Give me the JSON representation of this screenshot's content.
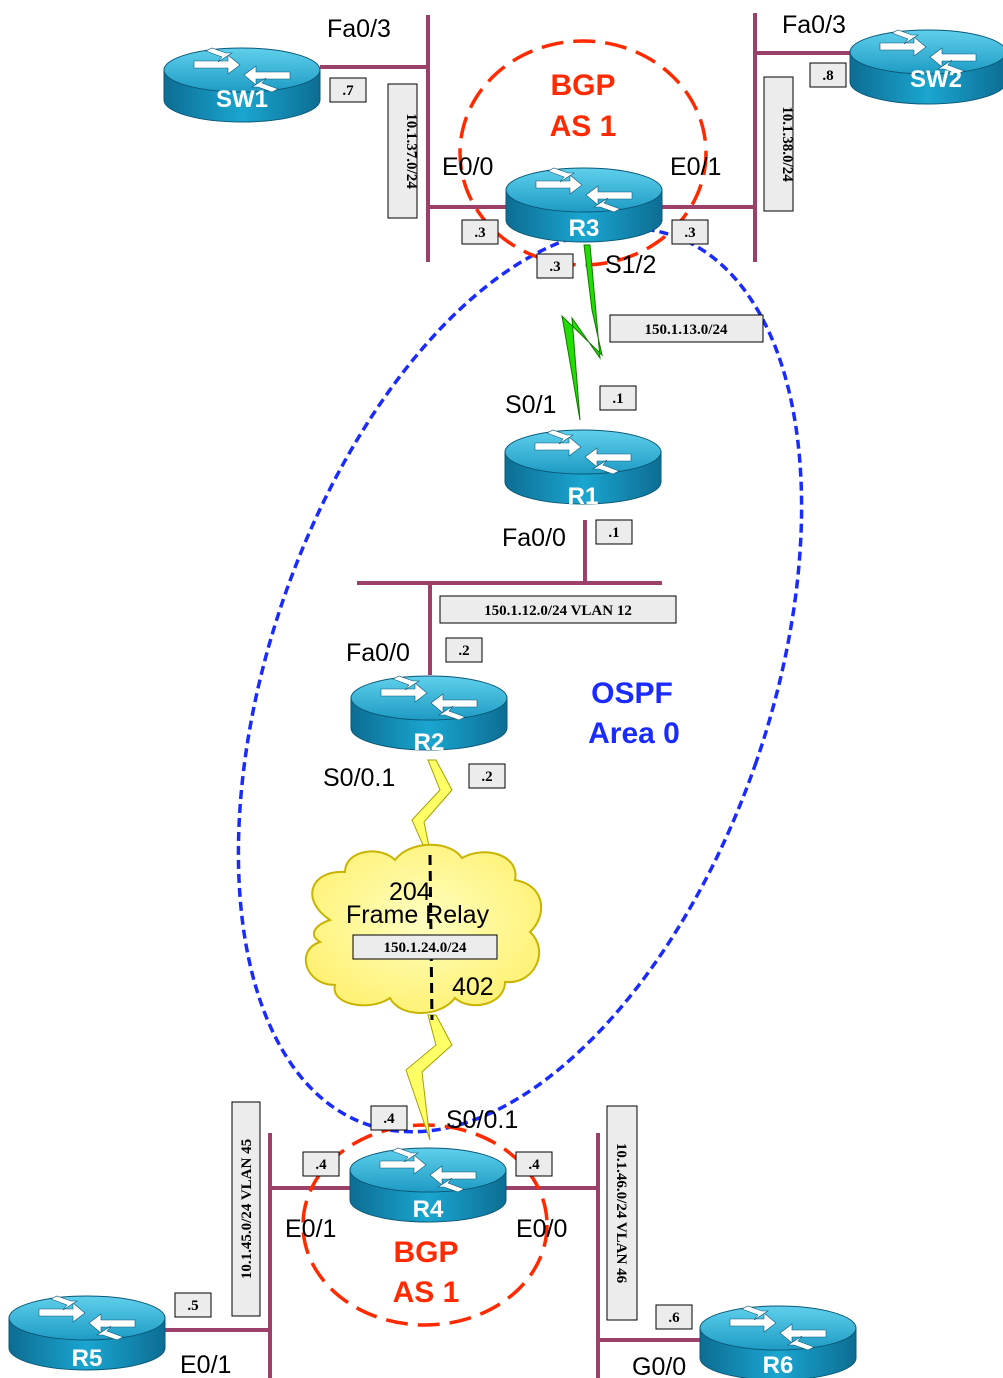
{
  "routers": [
    {
      "id": "SW1",
      "label": "SW1"
    },
    {
      "id": "SW2",
      "label": "SW2"
    },
    {
      "id": "R3",
      "label": "R3"
    },
    {
      "id": "R1",
      "label": "R1"
    },
    {
      "id": "R2",
      "label": "R2"
    },
    {
      "id": "R4",
      "label": "R4"
    },
    {
      "id": "R5",
      "label": "R5"
    },
    {
      "id": "R6",
      "label": "R6"
    }
  ],
  "interfaces": {
    "sw1_fa": "Fa0/3",
    "sw2_fa": "Fa0/3",
    "r3_e00": "E0/0",
    "r3_e01": "E0/1",
    "r3_s12": "S1/2",
    "r1_s01": "S0/1",
    "r1_fa00": "Fa0/0",
    "r2_fa00": "Fa0/0",
    "r2_s001": "S0/0.1",
    "r4_s001": "S0/0.1",
    "r4_e01": "E0/1",
    "r4_e00": "E0/0",
    "r5_e01": "E0/1",
    "r6_g00": "G0/0"
  },
  "host_ids": {
    "sw1": ".7",
    "sw2": ".8",
    "r3_e00": ".3",
    "r3_e01": ".3",
    "r3_s12": ".3",
    "r1_s01": ".1",
    "r1_fa00": ".1",
    "r2_fa00": ".2",
    "r2_s001": ".2",
    "r4_s001": ".4",
    "r4_e01": ".4",
    "r4_e00": ".4",
    "r5": ".5",
    "r6": ".6"
  },
  "subnets": {
    "net37": "10.1.37.0/24",
    "net38": "10.1.38.0/24",
    "net13": "150.1.13.0/24",
    "net12": "150.1.12.0/24 VLAN 12",
    "net24": "150.1.24.0/24",
    "net45": "10.1.45.0/24 VLAN 45",
    "net46": "10.1.46.0/24 VLAN  46"
  },
  "frame_relay": {
    "label": "Frame Relay",
    "dlci_r2": "204",
    "dlci_r4": "402"
  },
  "bgp_top": {
    "line1": "BGP",
    "line2": "AS 1"
  },
  "bgp_bottom": {
    "line1": "BGP",
    "line2": "AS 1"
  },
  "ospf": {
    "line1": "OSPF",
    "line2": "Area 0"
  },
  "colors": {
    "bgp": "#ff2a00",
    "ospf": "#1a2bff",
    "ethernet": "#9b4068",
    "serial_r1_r3": "#22dd00",
    "serial_frame_relay": "#ffff66",
    "cloud_fill": "#ffff88",
    "router_body": "#1aa0c8"
  }
}
